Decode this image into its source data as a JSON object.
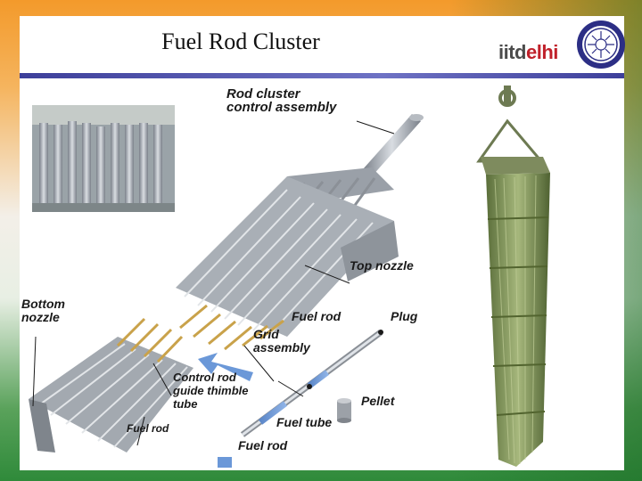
{
  "slide": {
    "title": "Fuel Rod Cluster",
    "logo": {
      "part1": "iitd",
      "part2": "elhi",
      "accent": "#c0202a",
      "seal_icon": "iit-delhi-seal-icon"
    },
    "frame_colors": {
      "saffron": "#f39a2b",
      "green": "#2f8a3a",
      "rule": "#3d3f9a"
    }
  },
  "labels": {
    "rod_cluster_1": "Rod cluster",
    "rod_cluster_2": "control assembly",
    "top_nozzle": "Top nozzle",
    "bottom_nozzle_1": "Bottom",
    "bottom_nozzle_2": "nozzle",
    "fuel_rod_mid": "Fuel rod",
    "plug": "Plug",
    "grid_1": "Grid",
    "grid_2": "assembly",
    "control_1": "Control rod",
    "control_2": "guide thimble",
    "control_3": "tube",
    "pellet": "Pellet",
    "fuel_tube": "Fuel tube",
    "fuel_rod_bottom": "Fuel rod",
    "fuel_rod_legend": "Fuel rod"
  }
}
